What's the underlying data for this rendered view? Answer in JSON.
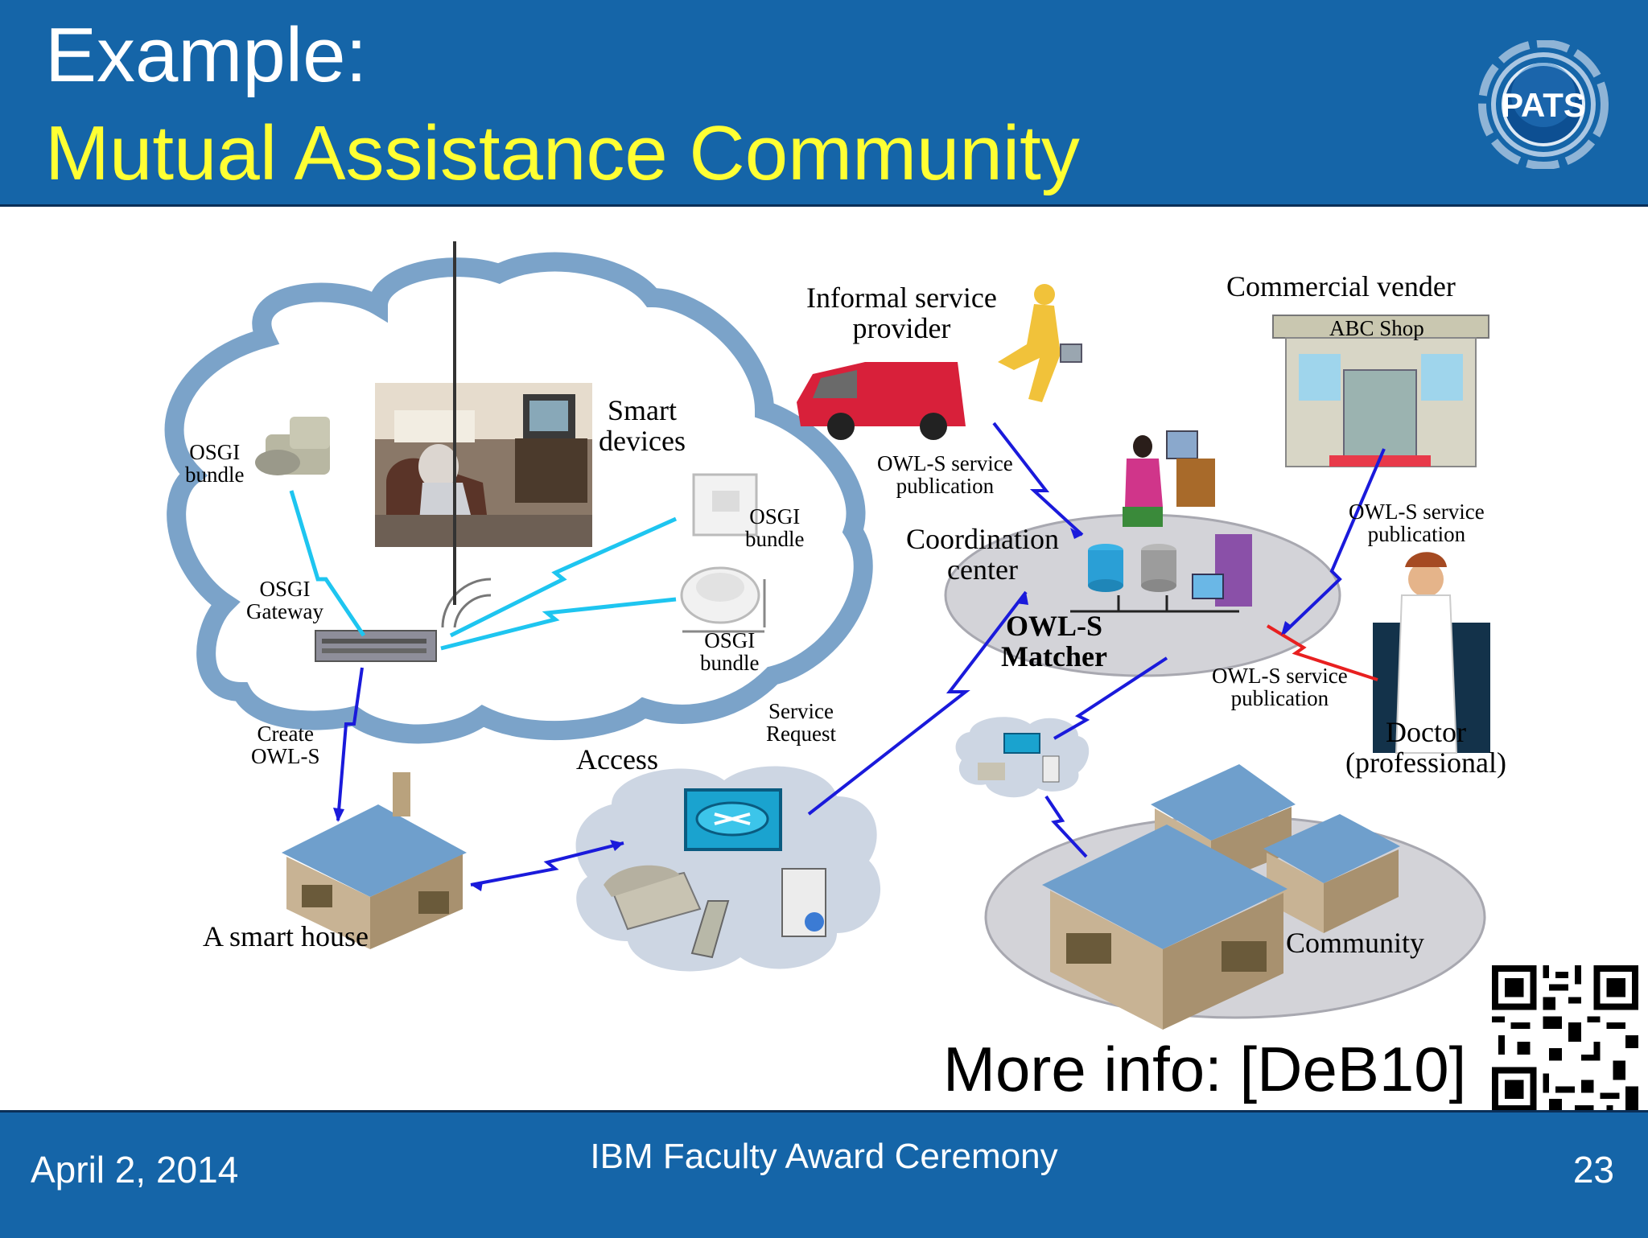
{
  "slide": {
    "title_line1": "Example:",
    "title_line2": "Mutual Assistance Community",
    "logo_text": "PATS",
    "more_info": "More info: [DeB10]"
  },
  "footer": {
    "date": "April 2, 2014",
    "event": "IBM Faculty Award Ceremony",
    "page": "23"
  },
  "diagram": {
    "osgi_bundle_camera": [
      "OSGI",
      "bundle"
    ],
    "osgi_bundle_motion": [
      "OSGI",
      "bundle"
    ],
    "osgi_bundle_smoke": [
      "OSGI",
      "bundle"
    ],
    "osgi_gateway": [
      "OSGI",
      "Gateway"
    ],
    "smart_devices": [
      "Smart",
      "devices"
    ],
    "create_owls": [
      "Create",
      "OWL-S"
    ],
    "smart_house": "A smart house",
    "access": "Access",
    "service_request": [
      "Service",
      "Request"
    ],
    "informal_provider": [
      "Informal service",
      "provider"
    ],
    "owls_pub_left": [
      "OWL-S service",
      "publication"
    ],
    "coordination_center": [
      "Coordination",
      "center"
    ],
    "owls_matcher": [
      "OWL-S",
      "Matcher"
    ],
    "commercial_vender": "Commercial vender",
    "shop_sign": "ABC Shop",
    "owls_pub_right": [
      "OWL-S service",
      "publication"
    ],
    "owls_pub_doctor": [
      "OWL-S service",
      "publication"
    ],
    "doctor": [
      "Doctor",
      "(professional)"
    ],
    "community": "Community"
  },
  "colors": {
    "header_blue": "#1565a8",
    "title_yellow": "#ffff33",
    "cloud_stroke": "#7ba3c9",
    "link_blue": "#1a1adb",
    "link_cyan": "#1ec5f0",
    "link_red": "#e82020"
  }
}
